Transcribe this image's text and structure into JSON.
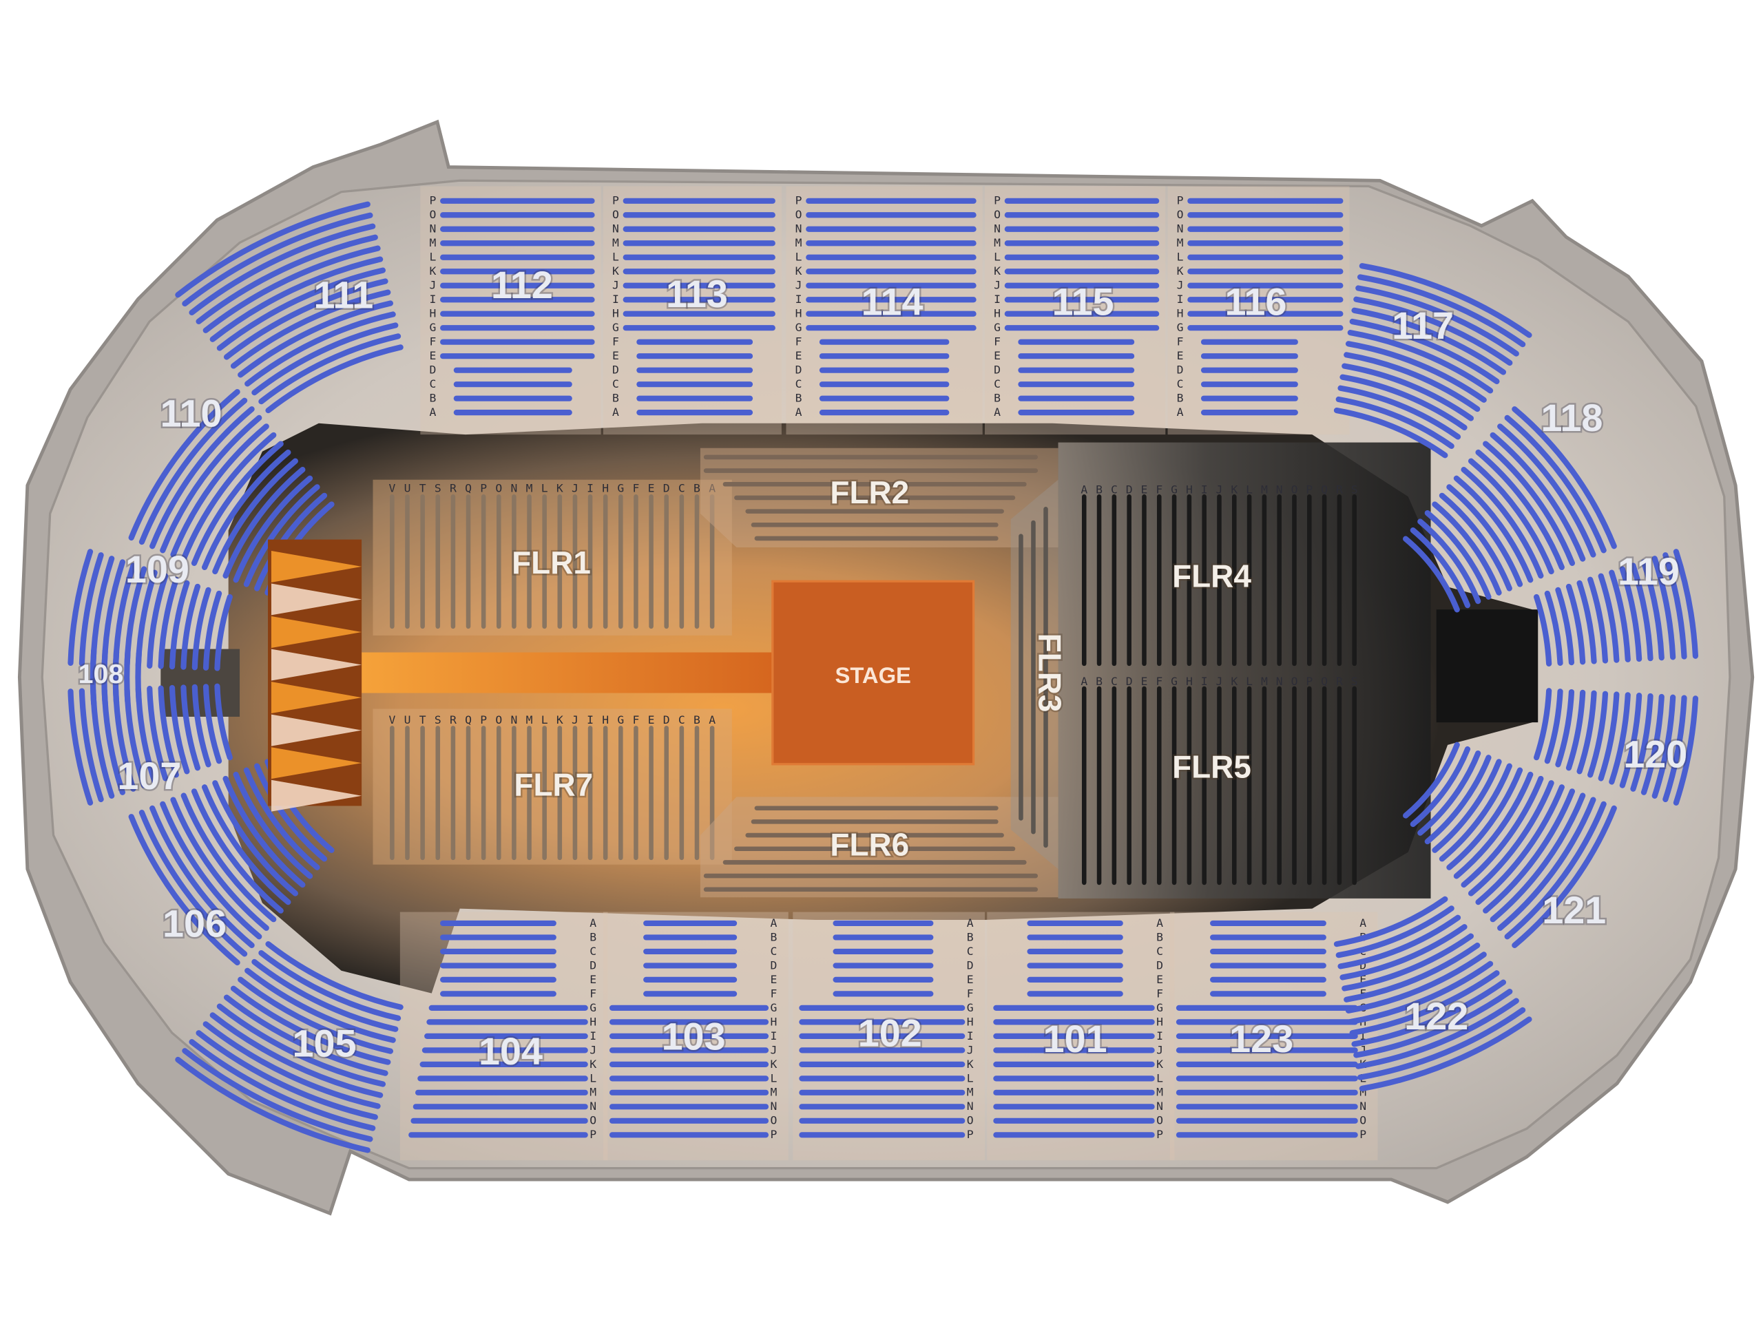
{
  "venue_map": {
    "stage_label": "STAGE",
    "colors": {
      "seat": "#4a5fd0",
      "seat_stroke": "#6d80e6",
      "concourse": "#b9b3ad",
      "floor_dark": "#3a3a3a",
      "floor_warm": "#e48f3a",
      "stage": "#c95e22"
    },
    "floor_sections": [
      {
        "id": "FLR1",
        "label": "FLR1",
        "tint": "warm"
      },
      {
        "id": "FLR2",
        "label": "FLR2",
        "tint": "warm"
      },
      {
        "id": "FLR3",
        "label": "FLR3",
        "tint": "neutral"
      },
      {
        "id": "FLR4",
        "label": "FLR4",
        "tint": "dark"
      },
      {
        "id": "FLR5",
        "label": "FLR5",
        "tint": "dark"
      },
      {
        "id": "FLR6",
        "label": "FLR6",
        "tint": "warm"
      },
      {
        "id": "FLR7",
        "label": "FLR7",
        "tint": "warm"
      }
    ],
    "sections": [
      {
        "id": "101",
        "label": "101"
      },
      {
        "id": "102",
        "label": "102"
      },
      {
        "id": "103",
        "label": "103"
      },
      {
        "id": "104",
        "label": "104"
      },
      {
        "id": "105",
        "label": "105"
      },
      {
        "id": "106",
        "label": "106"
      },
      {
        "id": "107",
        "label": "107"
      },
      {
        "id": "108",
        "label": "108"
      },
      {
        "id": "109",
        "label": "109"
      },
      {
        "id": "110",
        "label": "110"
      },
      {
        "id": "111",
        "label": "111"
      },
      {
        "id": "112",
        "label": "112"
      },
      {
        "id": "113",
        "label": "113"
      },
      {
        "id": "114",
        "label": "114"
      },
      {
        "id": "115",
        "label": "115"
      },
      {
        "id": "116",
        "label": "116"
      },
      {
        "id": "117",
        "label": "117"
      },
      {
        "id": "118",
        "label": "118"
      },
      {
        "id": "119",
        "label": "119"
      },
      {
        "id": "120",
        "label": "120"
      },
      {
        "id": "121",
        "label": "121"
      },
      {
        "id": "122",
        "label": "122"
      },
      {
        "id": "123",
        "label": "123"
      }
    ],
    "row_letters": {
      "upper_ptoa": [
        "P",
        "O",
        "N",
        "M",
        "L",
        "K",
        "J",
        "I",
        "H",
        "G",
        "F",
        "E",
        "D",
        "C",
        "B",
        "A"
      ],
      "lower_atop": [
        "A",
        "B",
        "C",
        "D",
        "E",
        "F",
        "G",
        "H",
        "I",
        "J",
        "K",
        "L",
        "M",
        "N",
        "O",
        "P"
      ],
      "flr4_columns": [
        "A",
        "B",
        "C",
        "D",
        "E",
        "F",
        "G",
        "H",
        "I",
        "J",
        "K",
        "L",
        "M",
        "N",
        "O",
        "P",
        "Q",
        "R",
        "S"
      ],
      "flr1_columns": [
        "V",
        "U",
        "T",
        "S",
        "R",
        "Q",
        "P",
        "O",
        "N",
        "M",
        "L",
        "K",
        "J",
        "I",
        "H",
        "G",
        "F",
        "E",
        "D",
        "C",
        "B",
        "A"
      ],
      "short_rows": [
        "A",
        "B",
        "C",
        "D",
        "E",
        "F"
      ]
    }
  }
}
